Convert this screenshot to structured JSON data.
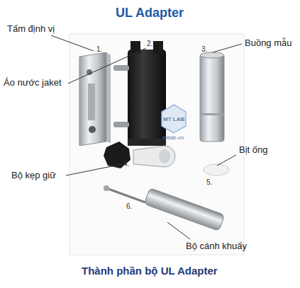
{
  "diagram": {
    "title": "UL Adapter",
    "caption": "Thành phần bộ UL Adapter",
    "labels": [
      "Tấm định vị",
      "1.",
      "Áo nước jaket",
      "2.",
      "Buồng mẫu",
      "3.",
      "Bộ kẹp giữ",
      "4.",
      "Bịt ống",
      "5.",
      "Bộ cánh khuấy",
      "6.",
      "MT LAB",
      "mtlab.vn"
    ]
  }
}
